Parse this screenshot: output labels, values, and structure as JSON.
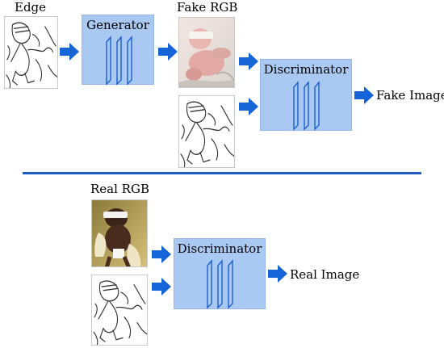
{
  "labels": {
    "edge": "Edge",
    "fake_rgb": "Fake RGB",
    "real_rgb": "Real RGB",
    "fake_image": "Fake Image",
    "real_image": "Real Image"
  },
  "blocks": {
    "generator": "Generator",
    "discriminator_top": "Discriminator",
    "discriminator_bottom": "Discriminator"
  },
  "colors": {
    "block_fill": "#a9c9f2",
    "arrow": "#1565d8",
    "divider": "#1f5cc0"
  },
  "icons": [
    "edge-sketch-image",
    "fake-rgb-photo",
    "real-rgb-photo",
    "arrow-right-icon",
    "layer-stack-icon"
  ]
}
